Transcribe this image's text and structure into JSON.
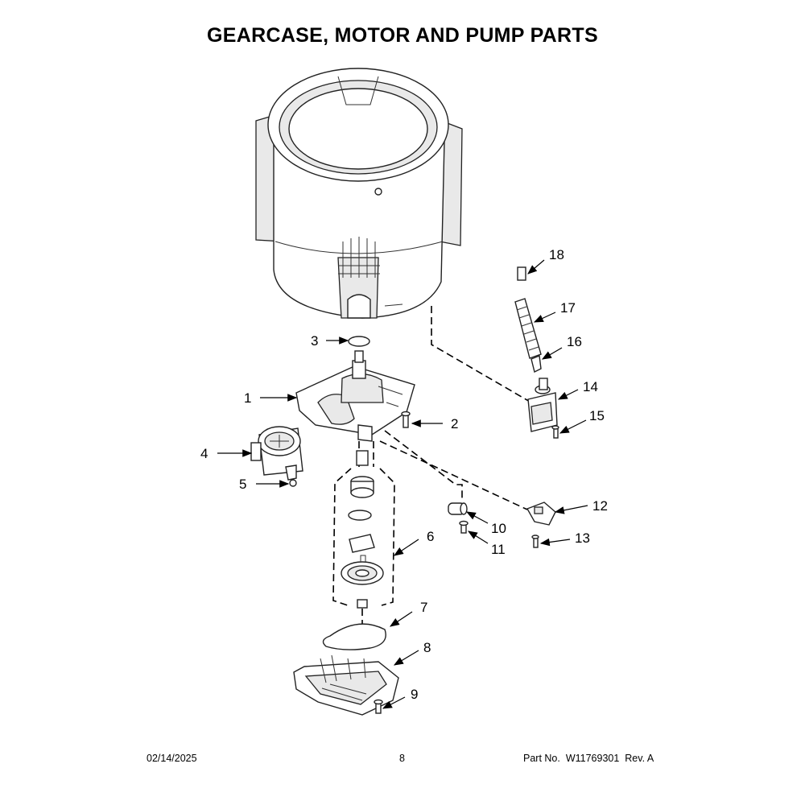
{
  "title": "GEARCASE, MOTOR AND PUMP PARTS",
  "callouts": [
    "1",
    "2",
    "3",
    "4",
    "5",
    "6",
    "7",
    "8",
    "9",
    "10",
    "11",
    "12",
    "13",
    "14",
    "15",
    "16",
    "17",
    "18"
  ],
  "footer": {
    "date": "02/14/2025",
    "page": "8",
    "part_label": "Part No.",
    "part_number": "W11769301",
    "rev": "Rev. A"
  }
}
